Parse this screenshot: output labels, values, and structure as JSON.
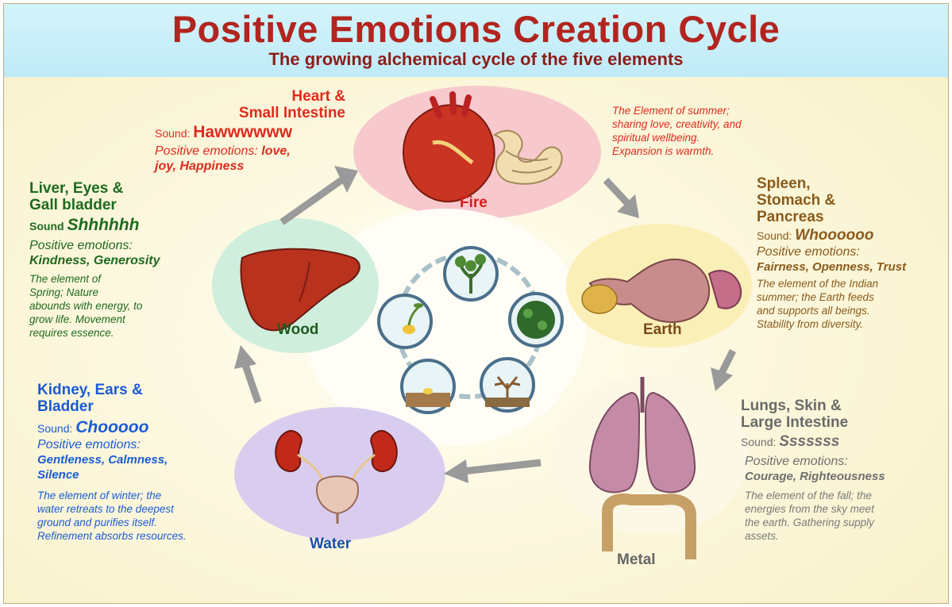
{
  "header": {
    "title": "Positive Emotions Creation Cycle",
    "subtitle": "The growing alchemical cycle of the five elements"
  },
  "elements": {
    "fire": {
      "label": "Fire",
      "organs": [
        "Heart &",
        "Small Intestine"
      ],
      "sound_prefix": "Sound: ",
      "sound": "Hawwwwww",
      "emotions_prefix": "Positive emotions: ",
      "emotions_lines": [
        "love,",
        "joy, Happiness"
      ],
      "description_lines": [
        "The Element of summer;",
        "sharing love, creativity, and",
        "spiritual wellbeing.",
        "Expansion is warmth."
      ],
      "color": "#e02a1e"
    },
    "earth": {
      "label": "Earth",
      "organs": [
        "Spleen,",
        "Stomach &",
        "Pancreas"
      ],
      "sound_prefix": "Sound: ",
      "sound": "Whoooooo",
      "emotions_prefix": "Positive emotions:",
      "emotions": "Fairness, Openness, Trust",
      "description_lines": [
        "The element of the Indian",
        "summer; the Earth feeds",
        "and supports all beings.",
        "Stability  from  diversity."
      ],
      "color": "#8a5a1c"
    },
    "metal": {
      "label": "Metal",
      "organs": [
        "Lungs, Skin &",
        "Large Intestine"
      ],
      "sound_prefix": "Sound: ",
      "sound": "Sssssss",
      "emotions_prefix": "Positive emotions:",
      "emotions": "Courage, Righteousness",
      "description_lines": [
        "The element of the fall; the",
        "energies from the sky meet",
        "the earth. Gathering supply",
        "assets."
      ],
      "color": "#6f6f6f"
    },
    "water": {
      "label": "Water",
      "organs": [
        "Kidney, Ears &",
        "Bladder"
      ],
      "sound_prefix": "Sound: ",
      "sound": "Chooooo",
      "emotions_prefix": "Positive emotions:",
      "emotions_lines": [
        "Gentleness, Calmness,",
        "Silence"
      ],
      "description_lines": [
        "The element of winter;  the",
        "water retreats to the deepest",
        "ground and purifies  itself.",
        "Refinement absorbs resources."
      ],
      "color": "#1a5bd6"
    },
    "wood": {
      "label": "Wood",
      "organs": [
        "Liver, Eyes &",
        "Gall bladder"
      ],
      "sound_prefix": "Sound ",
      "sound": "Shhhhhh",
      "emotions_prefix": "Positive emotions:",
      "emotions": "Kindness, Generosity",
      "description_lines": [
        "The element of",
        "Spring; Nature",
        "abounds with energy, to",
        "grow life. Movement",
        "requires essence."
      ],
      "color": "#1f6a1f"
    }
  },
  "icons": {
    "fire": "heart-intestine-icon",
    "earth": "stomach-icon",
    "metal": "lungs-icon",
    "water": "kidneys-icon",
    "wood": "liver-icon",
    "center": "plant-growth-cycle-icon"
  },
  "colors": {
    "fire_circle": "#f7c9cc",
    "earth_circle": "#fbefb8",
    "metal_circle": "#fdf8e6",
    "water_circle": "#d9cdef",
    "wood_circle": "#cfeedd",
    "arrow": "#9a9a9a"
  }
}
